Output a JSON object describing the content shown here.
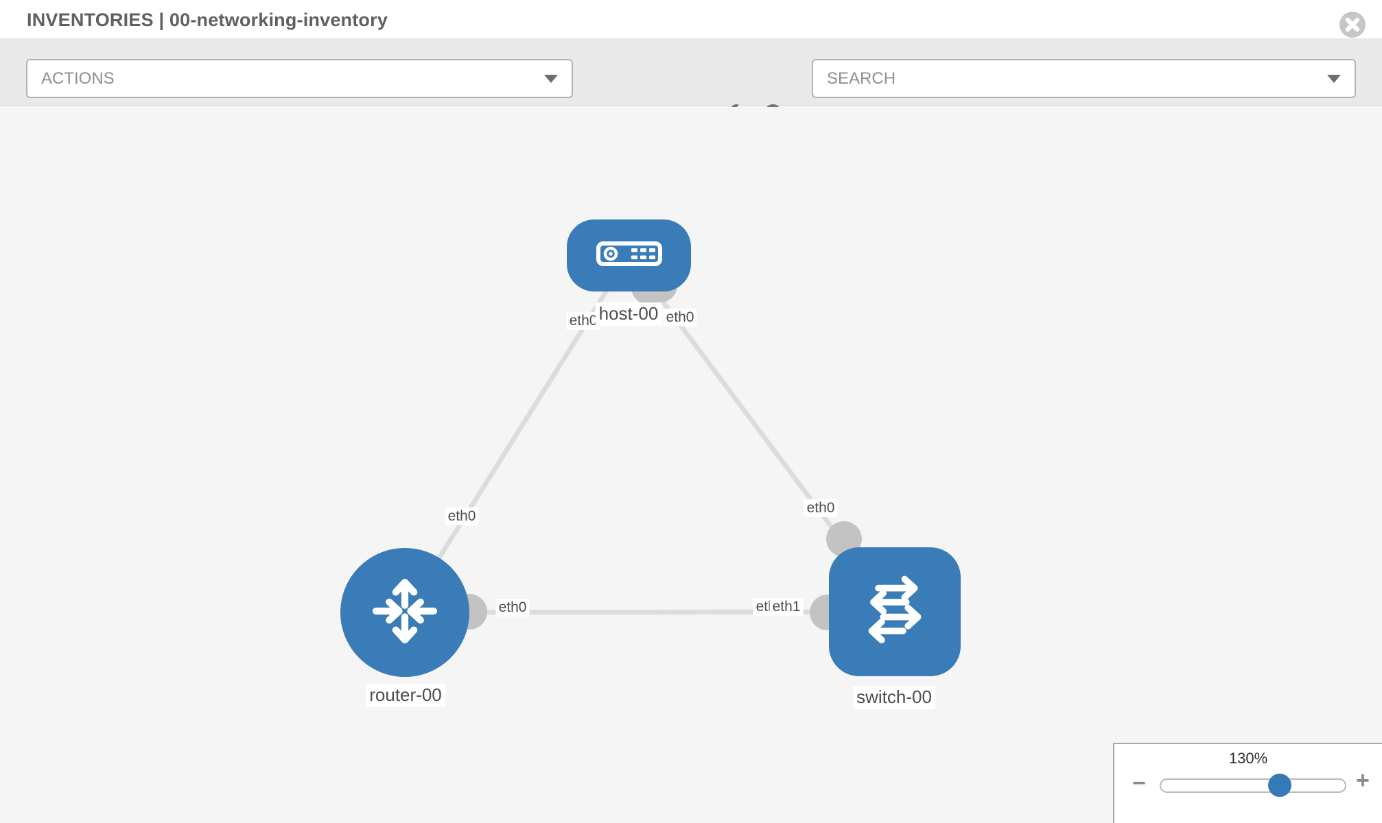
{
  "header": {
    "title": "INVENTORIES | 00-networking-inventory"
  },
  "toolbar": {
    "actions_label": "ACTIONS",
    "search_label": "SEARCH"
  },
  "icons": {
    "close": "circle-x",
    "wrench": "wrench",
    "key": "key",
    "actions_caret": "chevron-down",
    "search_caret": "chevron-down",
    "zoom_out": "minus",
    "zoom_in": "plus"
  },
  "colors": {
    "node_blue": "#3a7cb8",
    "edge_gray": "#dcdcdc",
    "interface_dot_gray": "#c3c3c3",
    "canvas_bg": "#f5f5f5"
  },
  "topology": {
    "nodes": [
      {
        "label": "host-00",
        "type": "host"
      },
      {
        "label": "router-00",
        "type": "router"
      },
      {
        "label": "switch-00",
        "type": "switch"
      }
    ],
    "links": [
      {
        "from": "host-00",
        "to": "router-00"
      },
      {
        "from": "host-00",
        "to": "switch-00"
      },
      {
        "from": "router-00",
        "to": "switch-00"
      }
    ],
    "interface_labels": [
      {
        "text": "eth0",
        "location": "host-bottom-left"
      },
      {
        "text": "eth0",
        "location": "host-bottom-right"
      },
      {
        "text": "eth0",
        "location": "host-router-link-mid"
      },
      {
        "text": "eth0",
        "location": "host-switch-link-mid"
      },
      {
        "text": "eth0",
        "location": "router-switch-link-router-side"
      },
      {
        "text": "eth0",
        "location": "router-switch-link-switch-side-behind"
      },
      {
        "text": "eth1",
        "location": "router-switch-link-switch-side"
      }
    ]
  },
  "zoom_control": {
    "value_label": "130%",
    "minus_label": "−",
    "plus_label": "+"
  }
}
